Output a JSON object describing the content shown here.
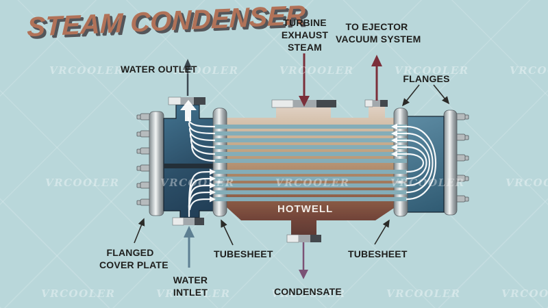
{
  "title": "STEAM CONDENSER",
  "watermark": {
    "text": "VRCOOLER"
  },
  "labels": {
    "water_outlet": "WATER OUTLET",
    "turbine_exhaust": [
      "TURBINE",
      "EXHAUST",
      "STEAM"
    ],
    "to_ejector": [
      "TO EJECTOR",
      "VACUUM SYSTEM"
    ],
    "flanges": "FLANGES",
    "flanged_cover_plate": [
      "FLANGED",
      "COVER PLATE"
    ],
    "water_inlet": [
      "WATER",
      "INTLET"
    ],
    "tubesheet_left": "TUBESHEET",
    "tubesheet_right": "TUBESHEET",
    "hotwell": "HOTWELL",
    "condensate": "CONDENSATE"
  },
  "colors": {
    "background": "#b9d7da",
    "title_fill": "#b17258",
    "title_shadow": "#54565a",
    "label_text": "#1e1e1c",
    "steam_arrow": "#7b2f3a",
    "ejector_arrow": "#7b2f3a",
    "condensate_arrow": "#7b5275",
    "water_inlet_arrow": "#5d7f92",
    "water_outlet_arrow": "#3b4750",
    "tube_stripe": "#84adb8",
    "left_waterbox": "#2c4f68",
    "right_waterbox": "#4a7e99",
    "shell_top_tan": "#e0d2c6",
    "hotwell_brown": "#5e3a34",
    "flow_arrows": "#ffffff",
    "watermark_white": "rgba(255,255,255,0.38)"
  }
}
